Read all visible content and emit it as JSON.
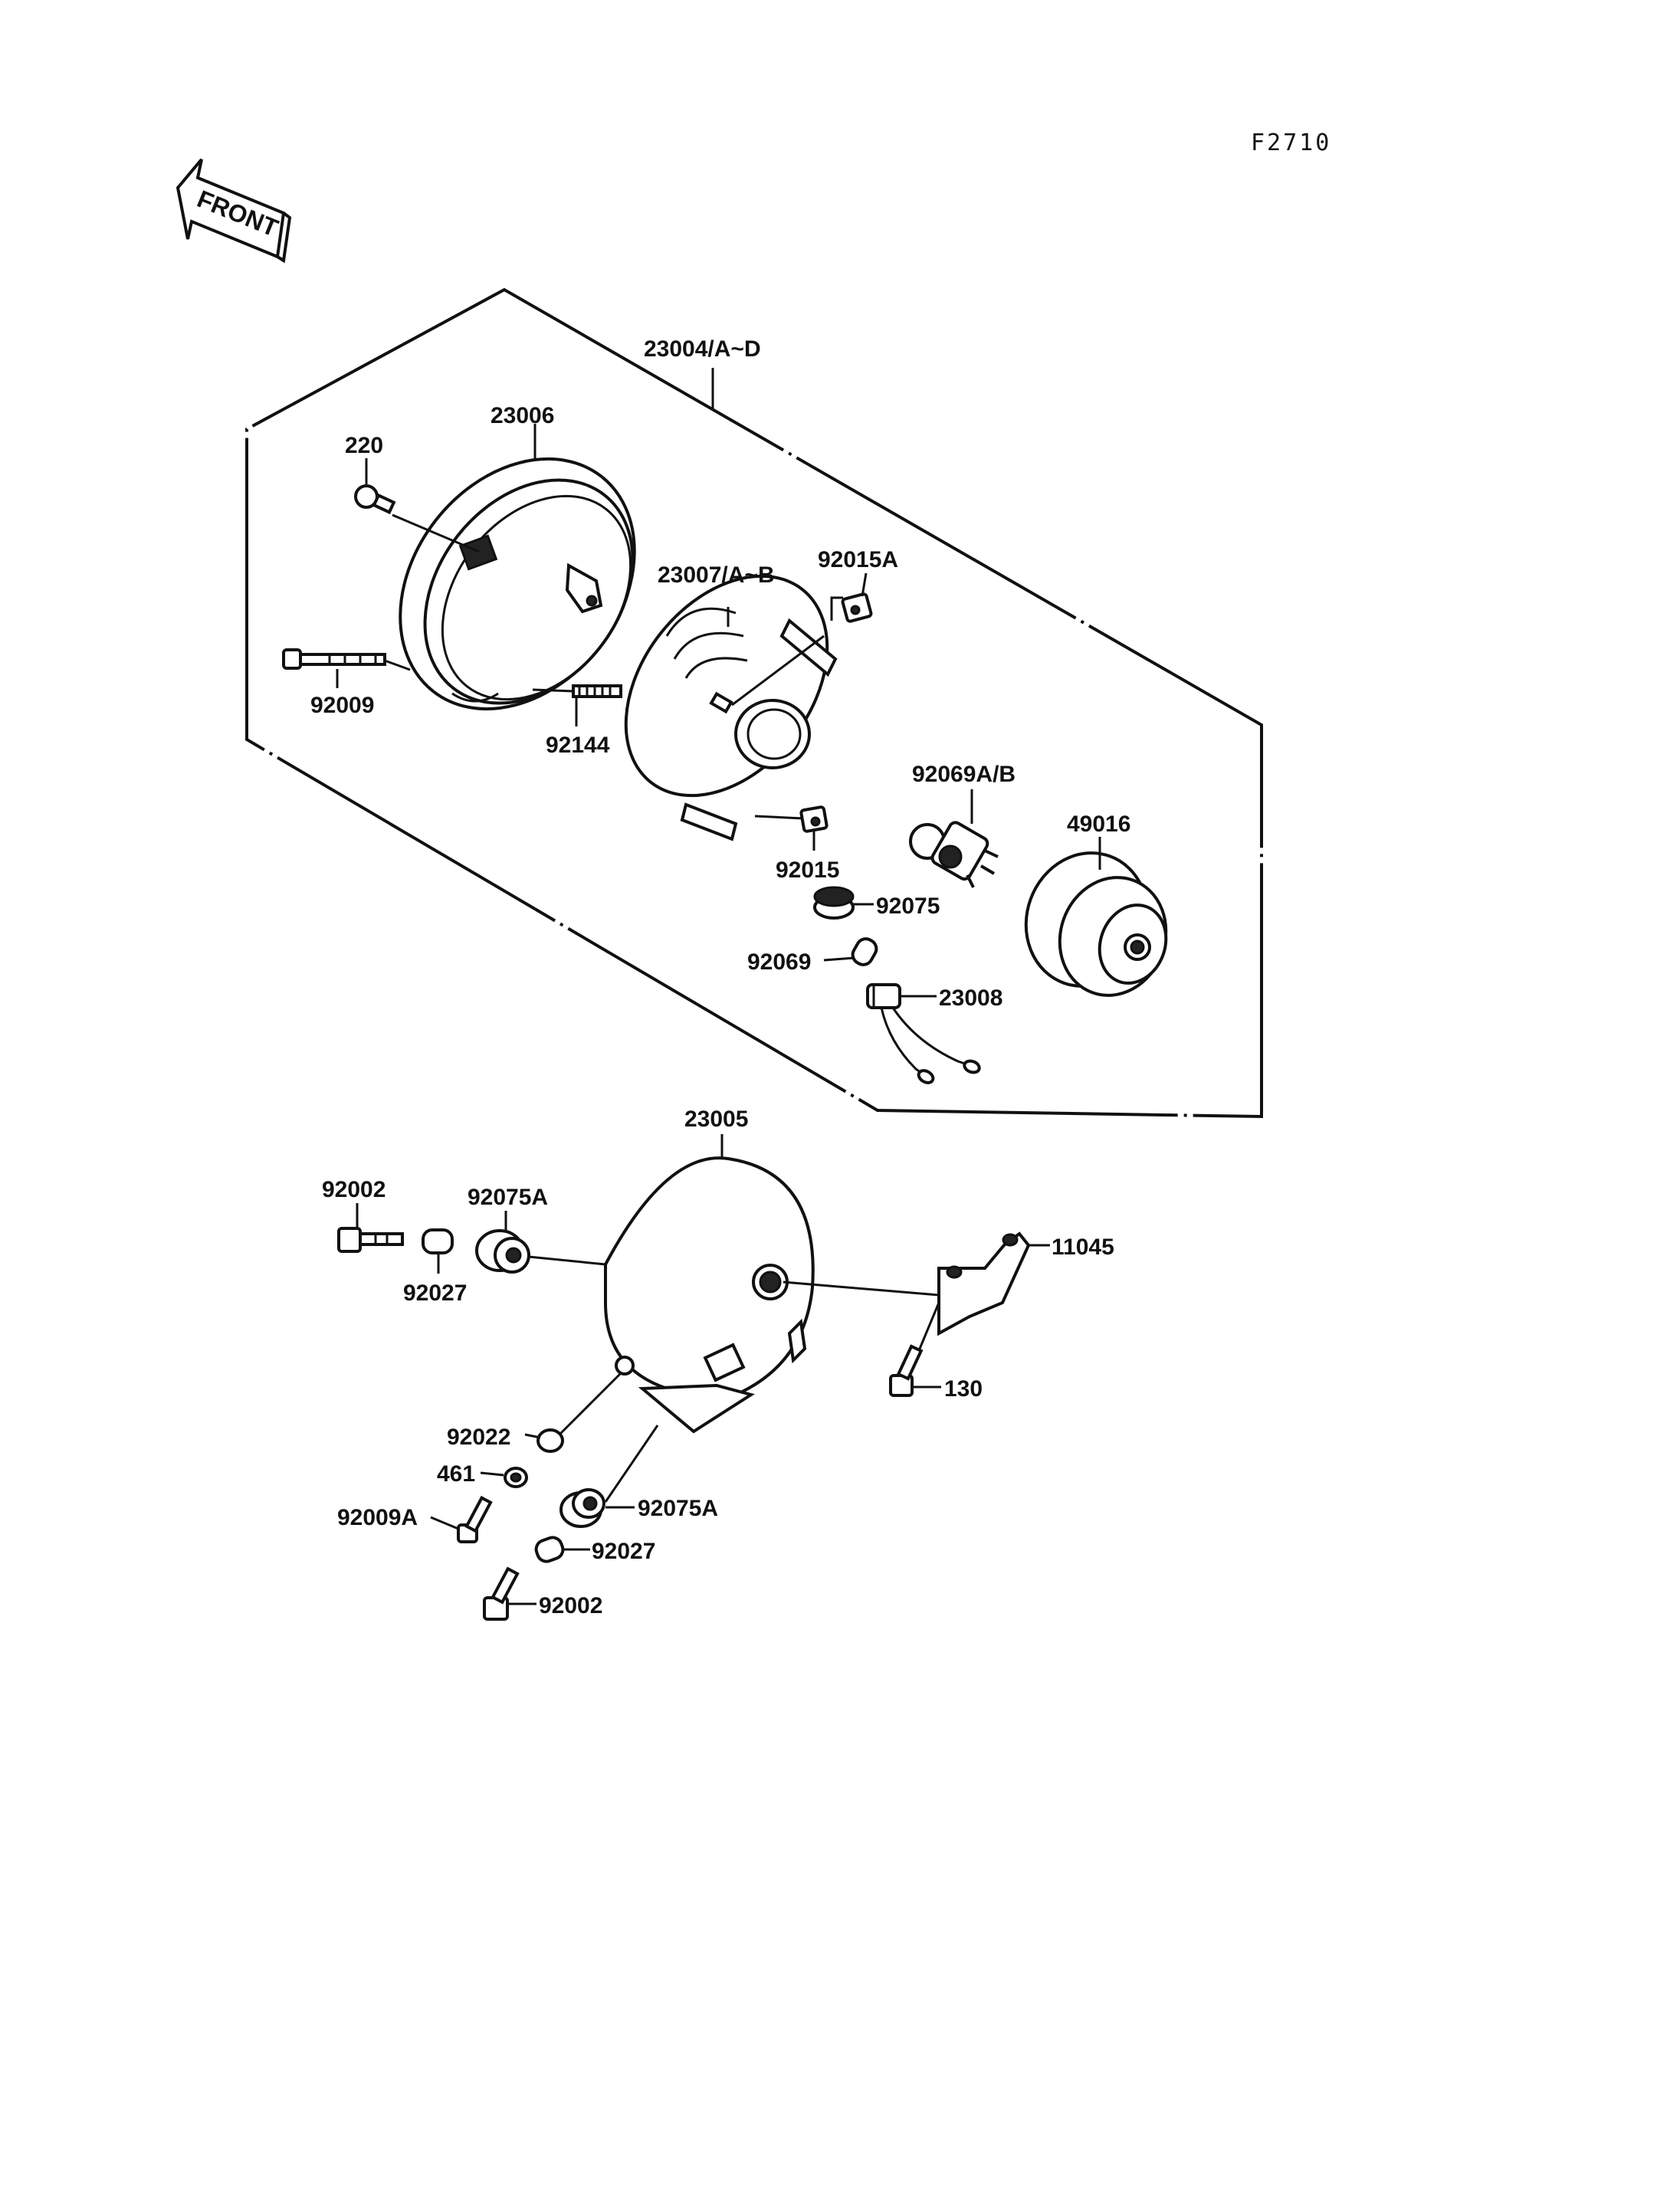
{
  "figure_code": "F2710",
  "front_label": "FRONT",
  "parts": {
    "p23004": "23004/A~D",
    "p23006": "23006",
    "p220": "220",
    "p23007": "23007/A~B",
    "p92015A": "92015A",
    "p92009": "92009",
    "p92144": "92144",
    "p92069AB": "92069A/B",
    "p49016": "49016",
    "p92015": "92015",
    "p92075": "92075",
    "p92069": "92069",
    "p23008": "23008",
    "p23005": "23005",
    "p92002_top": "92002",
    "p92075A_top": "92075A",
    "p92027_top": "92027",
    "p11045": "11045",
    "p130": "130",
    "p92022": "92022",
    "p461": "461",
    "p92009A": "92009A",
    "p92075A_bot": "92075A",
    "p92027_bot": "92027",
    "p92002_bot": "92002"
  }
}
